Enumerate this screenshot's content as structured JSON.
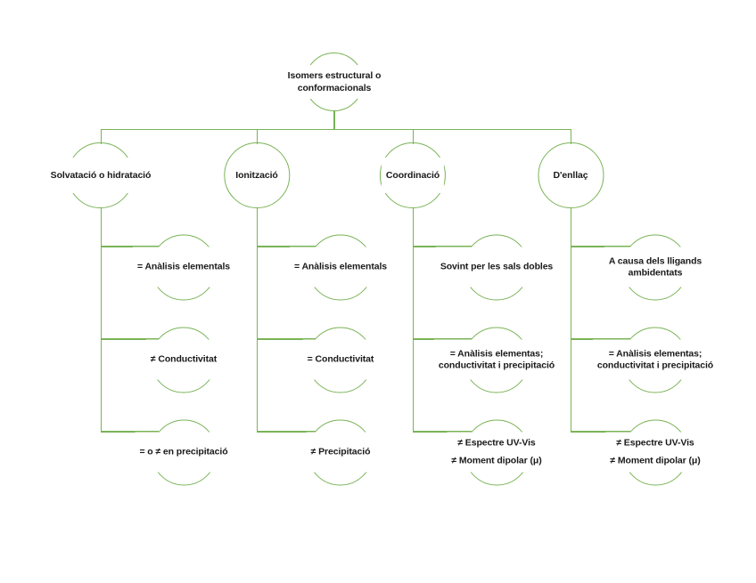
{
  "theme": {
    "line_color": "#79b356",
    "text_color": "#1a1a1a",
    "background": "#ffffff"
  },
  "diagram": {
    "type": "hierarchy-circle-chart",
    "root": {
      "line1": "Isomers estructural o",
      "line2": "conformacionals"
    },
    "branches": [
      {
        "label": "Solvatació o hidratació",
        "children": [
          {
            "line1": "= Anàlisis elementals"
          },
          {
            "line1": "≠ Conductivitat"
          },
          {
            "line1": "= o ≠ en precipitació"
          }
        ]
      },
      {
        "label": "Ionització",
        "children": [
          {
            "line1": "= Anàlisis elementals"
          },
          {
            "line1": "= Conductivitat"
          },
          {
            "line1": "≠ Precipitació"
          }
        ]
      },
      {
        "label": "Coordinació",
        "children": [
          {
            "line1": "Sovint per les sals dobles"
          },
          {
            "line1": "= Anàlisis elementas;",
            "line2": "conductivitat i precipitació"
          },
          {
            "line1": "≠ Espectre UV-Vis",
            "line2": "≠ Moment dipolar (μ)"
          }
        ]
      },
      {
        "label": "D'enllaç",
        "children": [
          {
            "line1": "A causa dels lligands",
            "line2": "ambidentats"
          },
          {
            "line1": "= Anàlisis elementas;",
            "line2": "conductivitat i precipitació"
          },
          {
            "line1": "≠ Espectre UV-Vis",
            "line2": "≠ Moment dipolar (μ)"
          }
        ]
      }
    ]
  }
}
